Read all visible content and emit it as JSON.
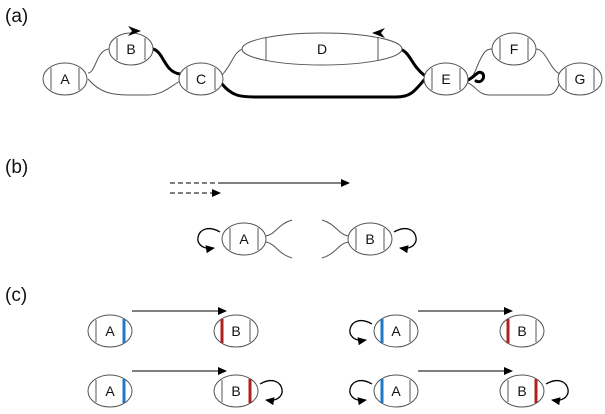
{
  "panels": {
    "a": {
      "label": "(a)"
    },
    "b": {
      "label": "(b)"
    },
    "c": {
      "label": "(c)"
    }
  },
  "nodes": {
    "a": [
      "A",
      "B",
      "C",
      "D",
      "E",
      "F",
      "G"
    ],
    "b": [
      "A",
      "B"
    ],
    "c": [
      "A",
      "B"
    ]
  },
  "colors": {
    "line": "#555555",
    "bold_path": "#000000",
    "blue_end": "#1f78c8",
    "red_end": "#b02020"
  },
  "icons": [
    "arrowhead-icon",
    "self-loop-icon"
  ]
}
